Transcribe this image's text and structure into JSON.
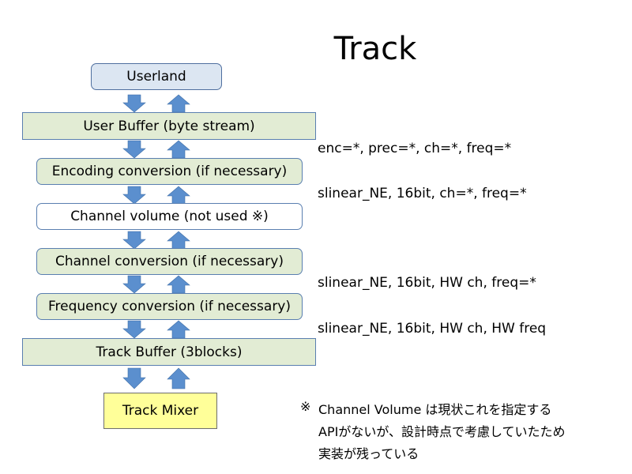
{
  "title": "Track",
  "diagram": {
    "userland": "Userland",
    "user_buffer": "User Buffer (byte stream)",
    "encoding_conversion": "Encoding conversion (if necessary)",
    "channel_volume": "Channel volume (not used ※)",
    "channel_conversion": "Channel conversion (if necessary)",
    "frequency_conversion": "Frequency conversion (if necessary)",
    "track_buffer": "Track Buffer (3blocks)",
    "track_mixer": "Track Mixer"
  },
  "formats": {
    "after_user_buffer": "enc=*, prec=*, ch=*, freq=*",
    "after_encoding": "slinear_NE, 16bit, ch=*, freq=*",
    "after_channel": "slinear_NE, 16bit, HW ch, freq=*",
    "after_frequency": "slinear_NE, 16bit, HW ch, HW freq"
  },
  "note": {
    "symbol": "※",
    "line1": "Channel Volume は現状これを指定する",
    "line2": "APIがないが、設計時点で考慮していたため",
    "line3": "実装が残っている"
  },
  "colors": {
    "arrow": "#5b8fce",
    "userland_fill": "#dce6f2",
    "stage_fill": "#e2ecd4",
    "mixer_fill": "#ffff99"
  }
}
